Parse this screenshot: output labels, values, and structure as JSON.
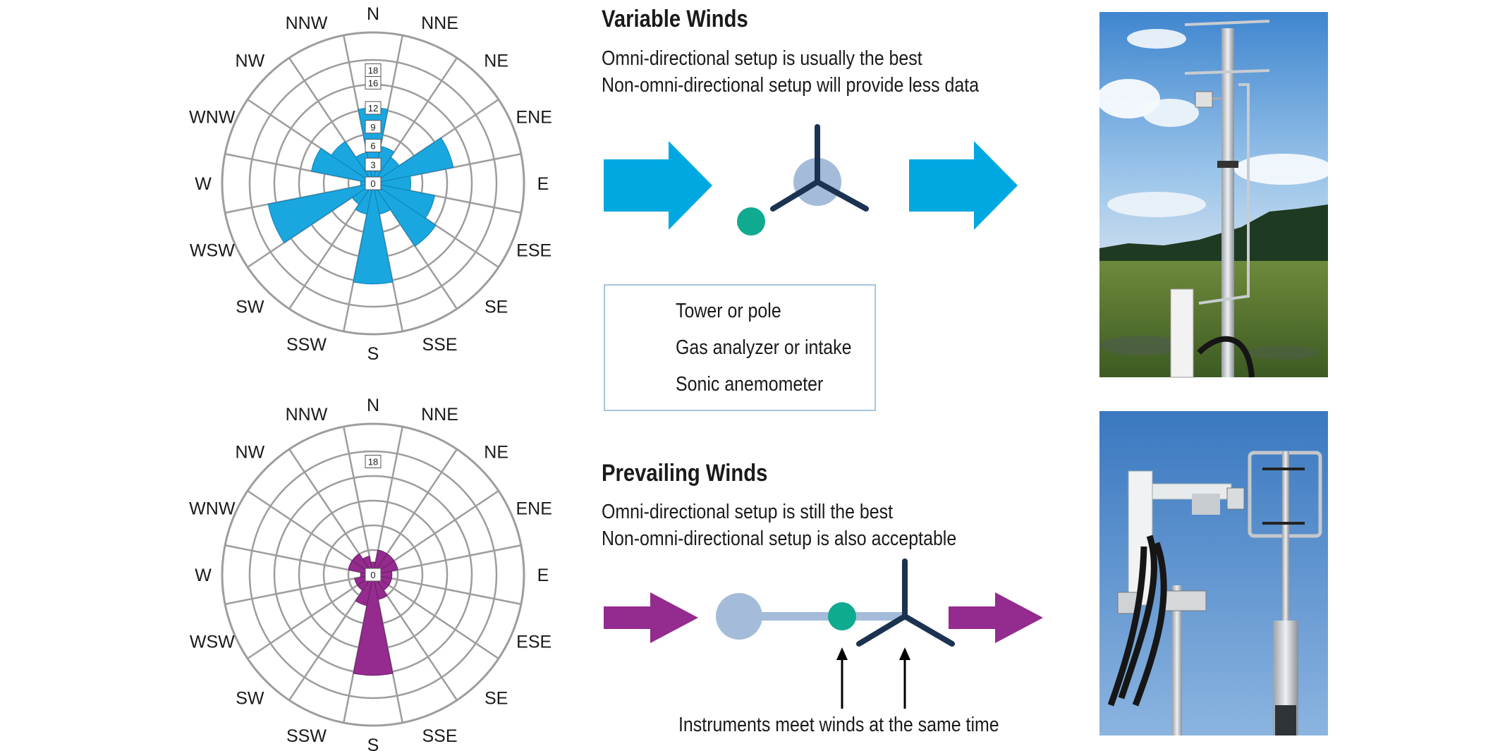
{
  "variable": {
    "title": "Variable Winds",
    "line1": "Omni-directional setup is usually the best",
    "line2": "Non-omni-directional setup will provide less data"
  },
  "prevailing": {
    "title": "Prevailing Winds",
    "line1": "Omni-directional setup is still the best",
    "line2": "Non-omni-directional setup is also acceptable",
    "note": "Instruments meet winds at the same time"
  },
  "legend": {
    "tower": "Tower or pole",
    "analyzer": "Gas analyzer or intake",
    "sonic": "Sonic anemometer"
  },
  "colors": {
    "blue_rose": "#1aa7e0",
    "purple_rose": "#952b8f",
    "blue_arrow": "#00a8e1",
    "purple_arrow": "#942b8f",
    "tower": "#a4bcd9",
    "analyzer": "#0faa8f",
    "sonic": "#1b3251"
  },
  "directions": [
    "N",
    "NNE",
    "NE",
    "ENE",
    "E",
    "ESE",
    "SE",
    "SSE",
    "S",
    "SSW",
    "SW",
    "WSW",
    "W",
    "WNW",
    "NW",
    "NNW"
  ],
  "chart_data": [
    {
      "type": "rose",
      "rings": [
        0,
        3,
        6,
        9,
        12,
        16,
        18
      ],
      "ring_labels": [
        "0",
        "3",
        "6",
        "9",
        "12",
        "16",
        "18"
      ],
      "rmax": 24,
      "color": "#1aa7e0",
      "values": [
        12,
        6,
        5,
        13,
        6,
        10,
        12,
        5,
        16,
        5,
        4,
        17,
        2,
        10,
        8,
        5
      ]
    },
    {
      "type": "rose",
      "rings": [
        0,
        18
      ],
      "ring_labels": [
        "0",
        "18"
      ],
      "rmax": 24,
      "color": "#952b8f",
      "values": [
        2,
        4,
        4,
        4,
        3,
        3,
        3,
        4,
        16,
        5,
        3,
        3,
        2,
        4,
        4,
        3
      ]
    }
  ]
}
